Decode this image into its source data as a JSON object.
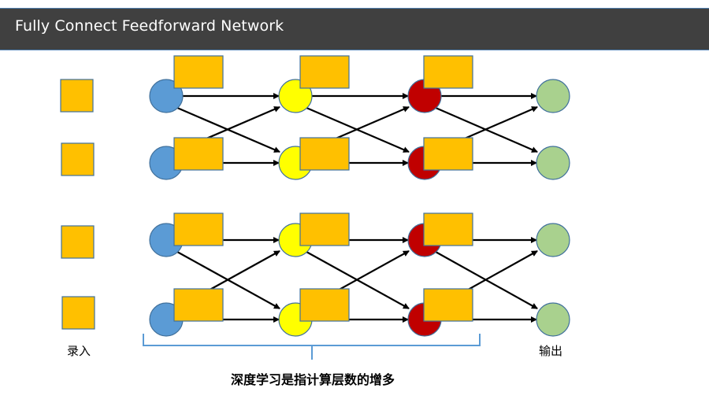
{
  "header": {
    "title": "Fully Connect Feedforward Network"
  },
  "labels": {
    "input": "录入",
    "output": "输出",
    "caption": "深度学习是指计算层数的增多"
  },
  "colors": {
    "header_bg": "#404040",
    "input_square": "#FFC000",
    "weight_box": "#FFC000",
    "shape_border": "#41719C",
    "layer1": "#5B9BD5",
    "layer2": "#FFFF00",
    "layer3": "#C00000",
    "output": "#A9D18E",
    "arrow": "#000000",
    "bracket": "#5B9BD5"
  },
  "network": {
    "input_count": 4,
    "layers": [
      {
        "name": "hidden-layer-1",
        "color_key": "layer1",
        "nodes": 4,
        "has_weight_boxes": true
      },
      {
        "name": "hidden-layer-2",
        "color_key": "layer2",
        "nodes": 4,
        "has_weight_boxes": true
      },
      {
        "name": "hidden-layer-3",
        "color_key": "layer3",
        "nodes": 4,
        "has_weight_boxes": true
      },
      {
        "name": "output-layer",
        "color_key": "output",
        "nodes": 4,
        "has_weight_boxes": false
      }
    ],
    "connections": "each node connects straight to same-row node and crosses to adjacent row (pairs 1-2, 3-4)"
  }
}
